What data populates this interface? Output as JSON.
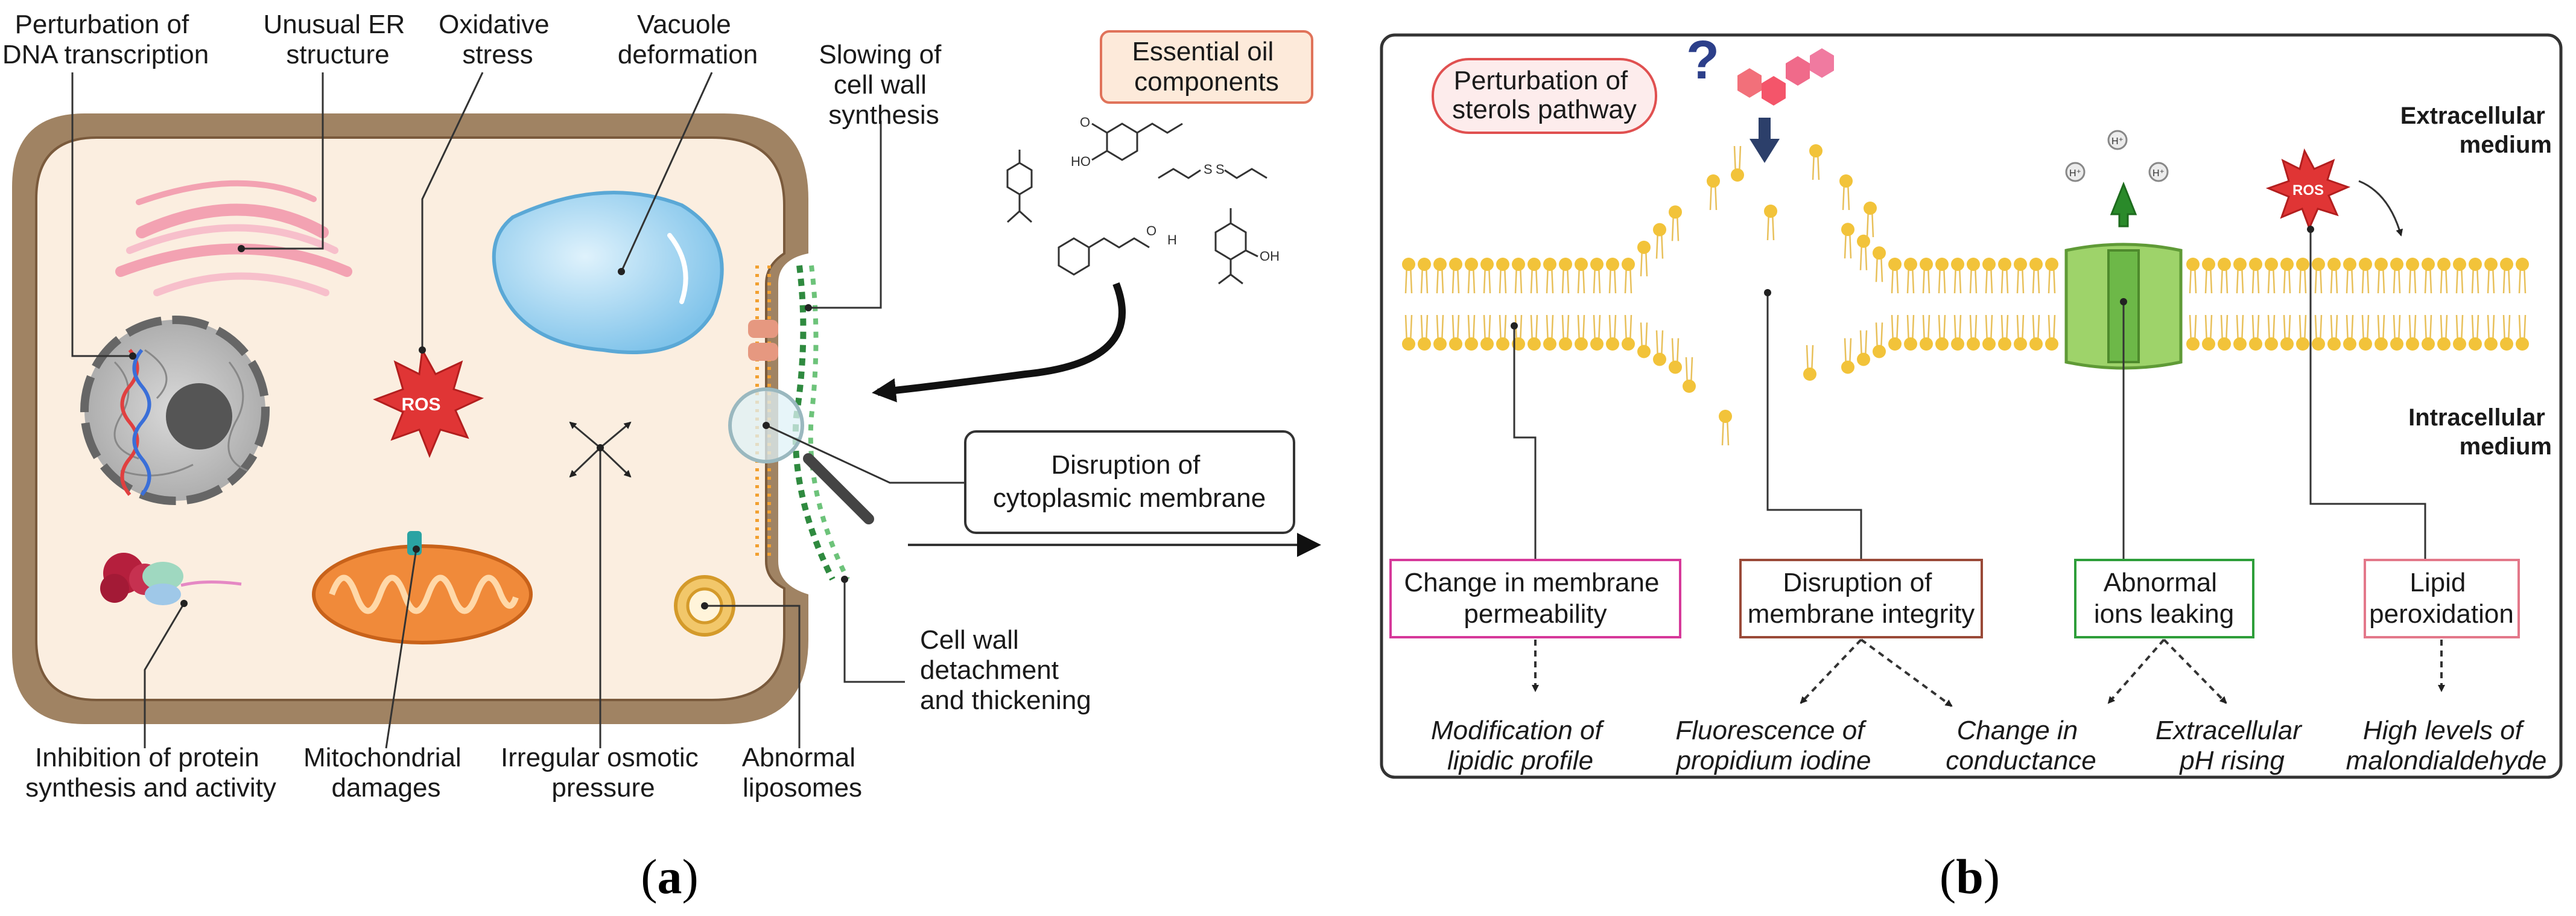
{
  "panel_a": {
    "caption": "a",
    "labels": {
      "dna_1": "Perturbation of",
      "dna_2": "DNA transcription",
      "er_1": "Unusual ER",
      "er_2": "structure",
      "ox_1": "Oxidative",
      "ox_2": "stress",
      "vac_1": "Vacuole",
      "vac_2": "deformation",
      "wall_1": "Slowing of",
      "wall_2": "cell wall",
      "wall_3": "synthesis",
      "eo_1": "Essential oil",
      "eo_2": "components",
      "ros": "ROS",
      "disr_1": "Disruption of",
      "disr_2": "cytoplasmic membrane",
      "det_1": "Cell wall",
      "det_2": "detachment",
      "det_3": "and thickening",
      "prot_1": "Inhibition of protein",
      "prot_2": "synthesis and activity",
      "mito_1": "Mitochondrial",
      "mito_2": "damages",
      "osm_1": "Irregular osmotic",
      "osm_2": "pressure",
      "lip_1": "Abnormal",
      "lip_2": "liposomes"
    },
    "molecule_atoms": {
      "o1": "O",
      "ho": "HO",
      "s1": "S",
      "s2": "S",
      "o2": "O",
      "h": "H",
      "oh": "OH"
    }
  },
  "panel_b": {
    "caption": "b",
    "labels": {
      "sterol_1": "Perturbation of",
      "sterol_2": "sterols pathway",
      "question": "?",
      "extra_1": "Extracellular",
      "extra_2": "medium",
      "intra_1": "Intracellular",
      "intra_2": "medium",
      "ros": "ROS",
      "hplus": "H⁺"
    },
    "boxes": [
      {
        "line1": "Change in membrane",
        "line2": "permeability",
        "color": "#d6399a"
      },
      {
        "line1": "Disruption of",
        "line2": "membrane integrity",
        "color": "#9a4a38"
      },
      {
        "line1": "Abnormal",
        "line2": "ions leaking",
        "color": "#2e9e3a"
      },
      {
        "line1": "Lipid",
        "line2": "peroxidation",
        "color": "#e3788a"
      }
    ],
    "outcomes": [
      {
        "line1": "Modification of",
        "line2": "lipidic profile"
      },
      {
        "line1": "Fluorescence of",
        "line2": "propidium iodine"
      },
      {
        "line1": "Change in",
        "line2": "conductance"
      },
      {
        "line1": "Extracellular",
        "line2": "pH rising"
      },
      {
        "line1": "High levels of",
        "line2": "malondialdehyde"
      }
    ]
  },
  "colors": {
    "cell_wall": "#a08363",
    "cytoplasm": "#fbeee0",
    "lipid_head": "#f2c33a",
    "ros": "#e03535",
    "channel": "#9ed36a",
    "vacuole": "#9fd4f2",
    "mitochondria": "#f08a3a",
    "er": "#f3a2b2"
  }
}
